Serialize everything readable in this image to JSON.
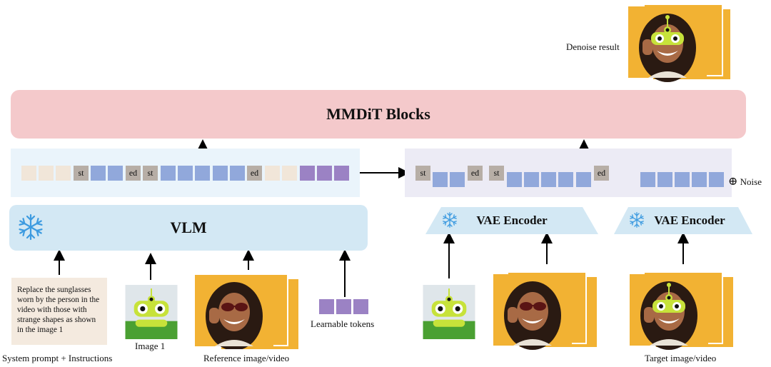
{
  "mmdit": {
    "title": "MMDiT Blocks"
  },
  "vlm": {
    "title": "VLM"
  },
  "vae_encoder_1": {
    "title": "VAE Encoder"
  },
  "vae_encoder_2": {
    "title": "VAE Encoder"
  },
  "tokens": {
    "start": "st",
    "end": "ed"
  },
  "noise_label": "Noise",
  "noise_symbol": "⊕",
  "denoise_label": "Denoise result",
  "prompt_text": "Replace the sunglasses worn by the person in the video with those with strange shapes as shown in the image 1",
  "captions": {
    "system_prompt": "System prompt + Instructions",
    "image1": "Image 1",
    "reference": "Reference image/video",
    "learnable": "Learnable tokens",
    "target": "Target image/video"
  },
  "icons": {
    "frozen": "snowflake-icon"
  },
  "colors": {
    "mmdit": "#f4c9cb",
    "vlm": "#d3e8f4",
    "token_blue": "#91a8db",
    "token_purple": "#9b82c4",
    "token_beige": "#f1e6d9",
    "token_gray": "#b7aea6"
  }
}
